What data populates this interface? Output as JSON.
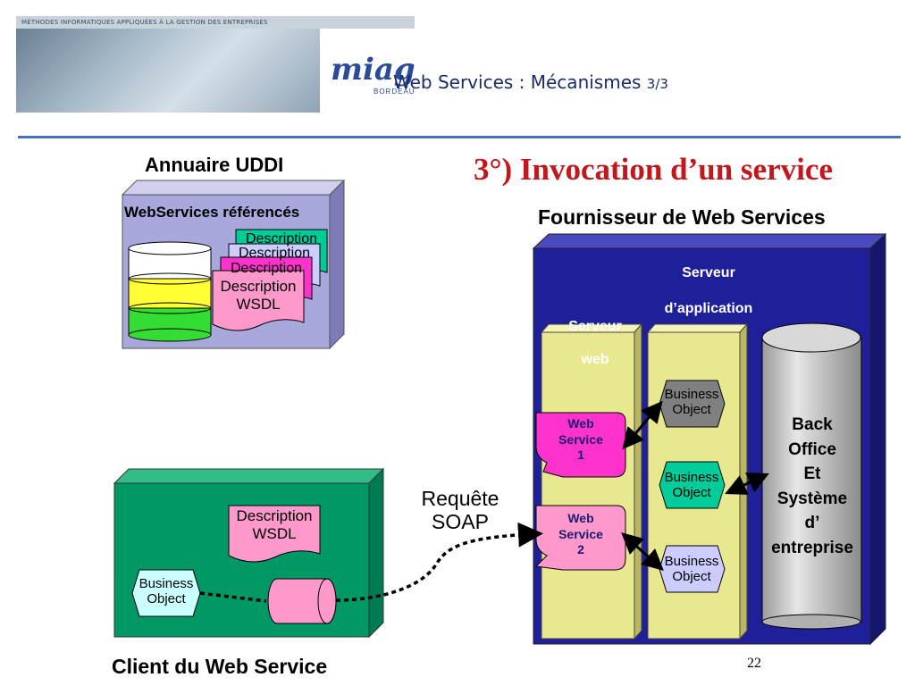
{
  "header": {
    "banner_text": "MÉTHODES INFORMATIQUES APPLIQUÉES À LA GESTION DES ENTREPRISES",
    "logo": "miage",
    "logo_sub": "BORDEAUX",
    "title": "Web Services : Mécanismes",
    "title_page": "3/3"
  },
  "slide": {
    "heading": "3°) Invocation d’un service",
    "page_number": "22"
  },
  "uddi": {
    "title": "Annuaire UDDI",
    "subtitle": "WebServices référencés",
    "doc_back": "Description",
    "doc_front_line1": "Description",
    "doc_front_line2": "WSDL"
  },
  "client": {
    "title": "Client du Web Service",
    "doc_line1": "Description",
    "doc_line2": "WSDL",
    "bo_line1": "Business",
    "bo_line2": "Object"
  },
  "request": {
    "line1": "Requête",
    "line2": "SOAP"
  },
  "provider": {
    "title": "Fournisseur de Web Services",
    "app_server_line1": "Serveur",
    "app_server_line2": "d’application",
    "web_server_line1": "Serveur",
    "web_server_line2": "web",
    "ws1_line1": "Web",
    "ws1_line2": "Service",
    "ws1_line3": "1",
    "ws2_line1": "Web",
    "ws2_line2": "Service",
    "ws2_line3": "2",
    "bo_line1": "Business",
    "bo_line2": "Object",
    "backoffice": [
      "Back",
      "Office",
      "Et",
      "Système",
      "d’",
      "entreprise"
    ]
  },
  "colors": {
    "title_red": "#c0181c",
    "provider_blue": "#1f1f9a",
    "client_green": "#009966",
    "uddi_lavender": "#a8a8dd",
    "pink": "#ff99cc",
    "magenta": "#ff33cc"
  }
}
